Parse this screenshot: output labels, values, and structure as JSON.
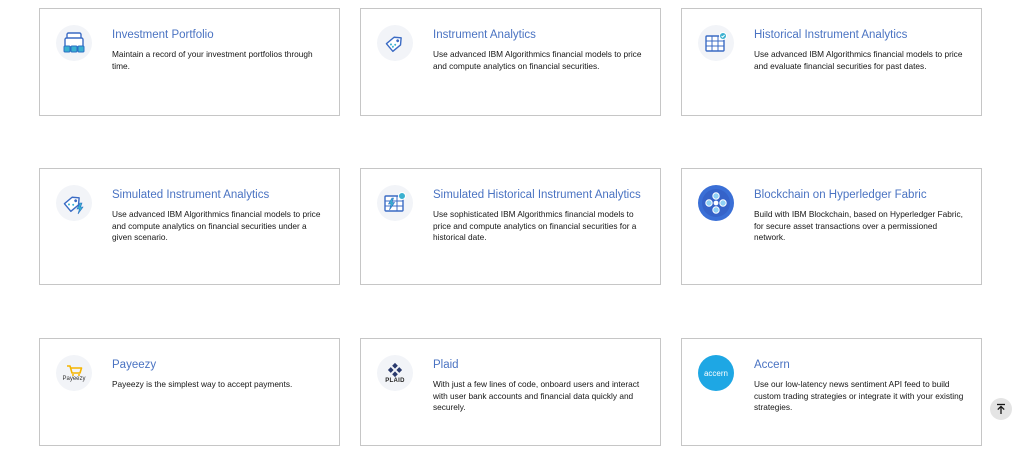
{
  "cards": [
    {
      "title": "Investment Portfolio",
      "desc": "Maintain a record of your investment portfolios through time.",
      "icon": "portfolio-folders-icon"
    },
    {
      "title": "Instrument Analytics",
      "desc": "Use advanced IBM Algorithmics financial models to price and compute analytics on financial securities.",
      "icon": "price-tag-icon"
    },
    {
      "title": "Historical Instrument Analytics",
      "desc": "Use advanced IBM Algorithmics financial models to price and evaluate financial securities for past dates.",
      "icon": "calendar-grid-icon"
    },
    {
      "title": "Simulated Instrument Analytics",
      "desc": "Use advanced IBM Algorithmics financial models to price and compute analytics on financial securities under a given scenario.",
      "icon": "price-tag-lightning-icon"
    },
    {
      "title": "Simulated Historical Instrument Analytics",
      "desc": "Use sophisticated IBM Algorithmics financial models to price and compute analytics on financial securities for a historical date.",
      "icon": "calendar-lightning-icon"
    },
    {
      "title": "Blockchain on Hyperledger Fabric",
      "desc": "Build with IBM Blockchain, based on Hyperledger Fabric, for secure asset transactions over a permissioned network.",
      "icon": "blockchain-cubes-icon"
    },
    {
      "title": "Payeezy",
      "desc": "Payeezy is the simplest way to accept payments.",
      "icon": "payeezy-logo-icon",
      "logo_text": "Payeezy"
    },
    {
      "title": "Plaid",
      "desc": "With just a few lines of code, onboard users and interact with user bank accounts and financial data quickly and securely.",
      "icon": "plaid-logo-icon",
      "logo_text": "PLAID"
    },
    {
      "title": "Accern",
      "desc": "Use our low-latency news sentiment API feed to build custom trading strategies or integrate it with your existing strategies.",
      "icon": "accern-logo-icon",
      "logo_text": "accern"
    }
  ],
  "back_to_top": {
    "icon": "arrow-up-to-top-icon"
  },
  "colors": {
    "title": "#4a73c2",
    "text": "#161616",
    "border": "#c6c6c6",
    "icon_bg": "#f2f4f8",
    "blockchain": "#3a6fd6",
    "accern": "#1ea7e4",
    "payeezy": "#f5b400"
  }
}
